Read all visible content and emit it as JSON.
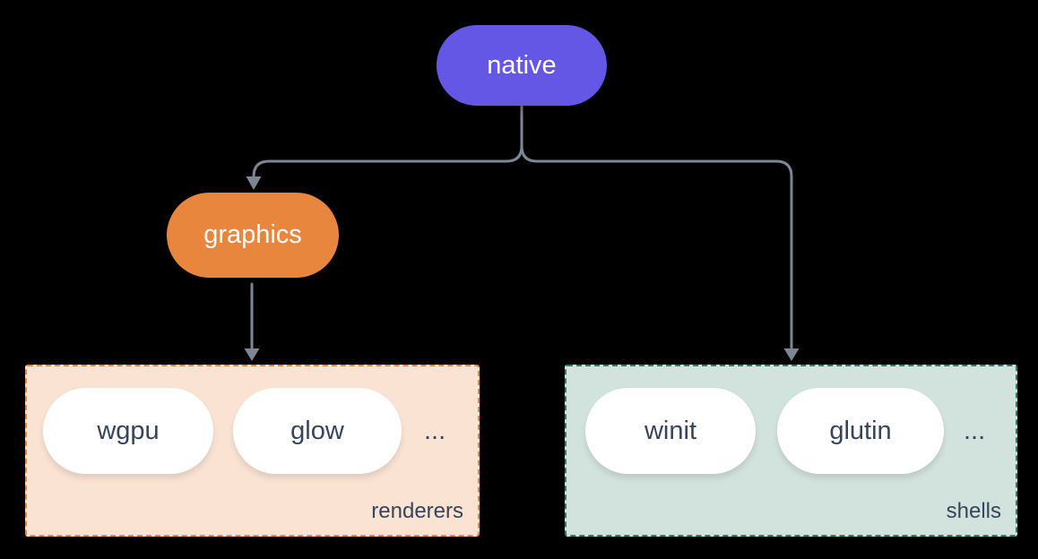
{
  "background": "#000000",
  "diagram": {
    "connector_color": "#7a8794",
    "node_text_color": "#ffffff",
    "group_text_color": "#36455c",
    "root": {
      "label": "native",
      "color": "#6457e6"
    },
    "child": {
      "label": "graphics",
      "color": "#e8863d"
    },
    "groups": [
      {
        "label": "renderers",
        "bg": "#fae3d3",
        "border": "#e8863d",
        "items": [
          "wgpu",
          "glow"
        ],
        "more": "..."
      },
      {
        "label": "shells",
        "bg": "#d2e2dc",
        "border": "#2e7c6c",
        "items": [
          "winit",
          "glutin"
        ],
        "more": "..."
      }
    ]
  }
}
